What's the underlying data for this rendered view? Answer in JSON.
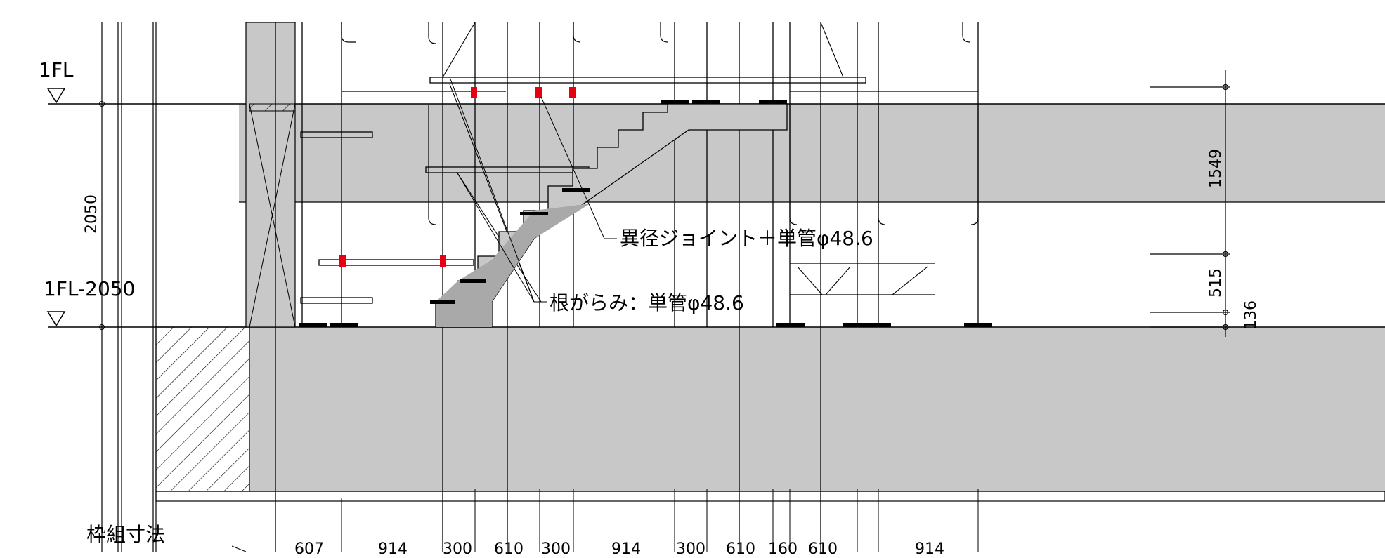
{
  "colors": {
    "background": "#ffffff",
    "slab_fill": "#c8c8c8",
    "line": "#000000",
    "highlight_clamp": "#e60012",
    "stair_fill": "#a9a9a9"
  },
  "levels": {
    "upper": "1FL",
    "lower": "1FL-2050"
  },
  "dimensions": {
    "height_total": "2050",
    "right_1": "1549",
    "right_2": "515",
    "right_3": "136"
  },
  "annotations": {
    "joint": "異径ジョイント＋単管φ48.6",
    "brace": "根がらみ：単管φ48.6"
  },
  "frame": {
    "title": "枠組寸法",
    "spans": [
      "607",
      "914",
      "300",
      "610",
      "300",
      "914",
      "300",
      "610",
      "160",
      "610",
      "914"
    ]
  }
}
